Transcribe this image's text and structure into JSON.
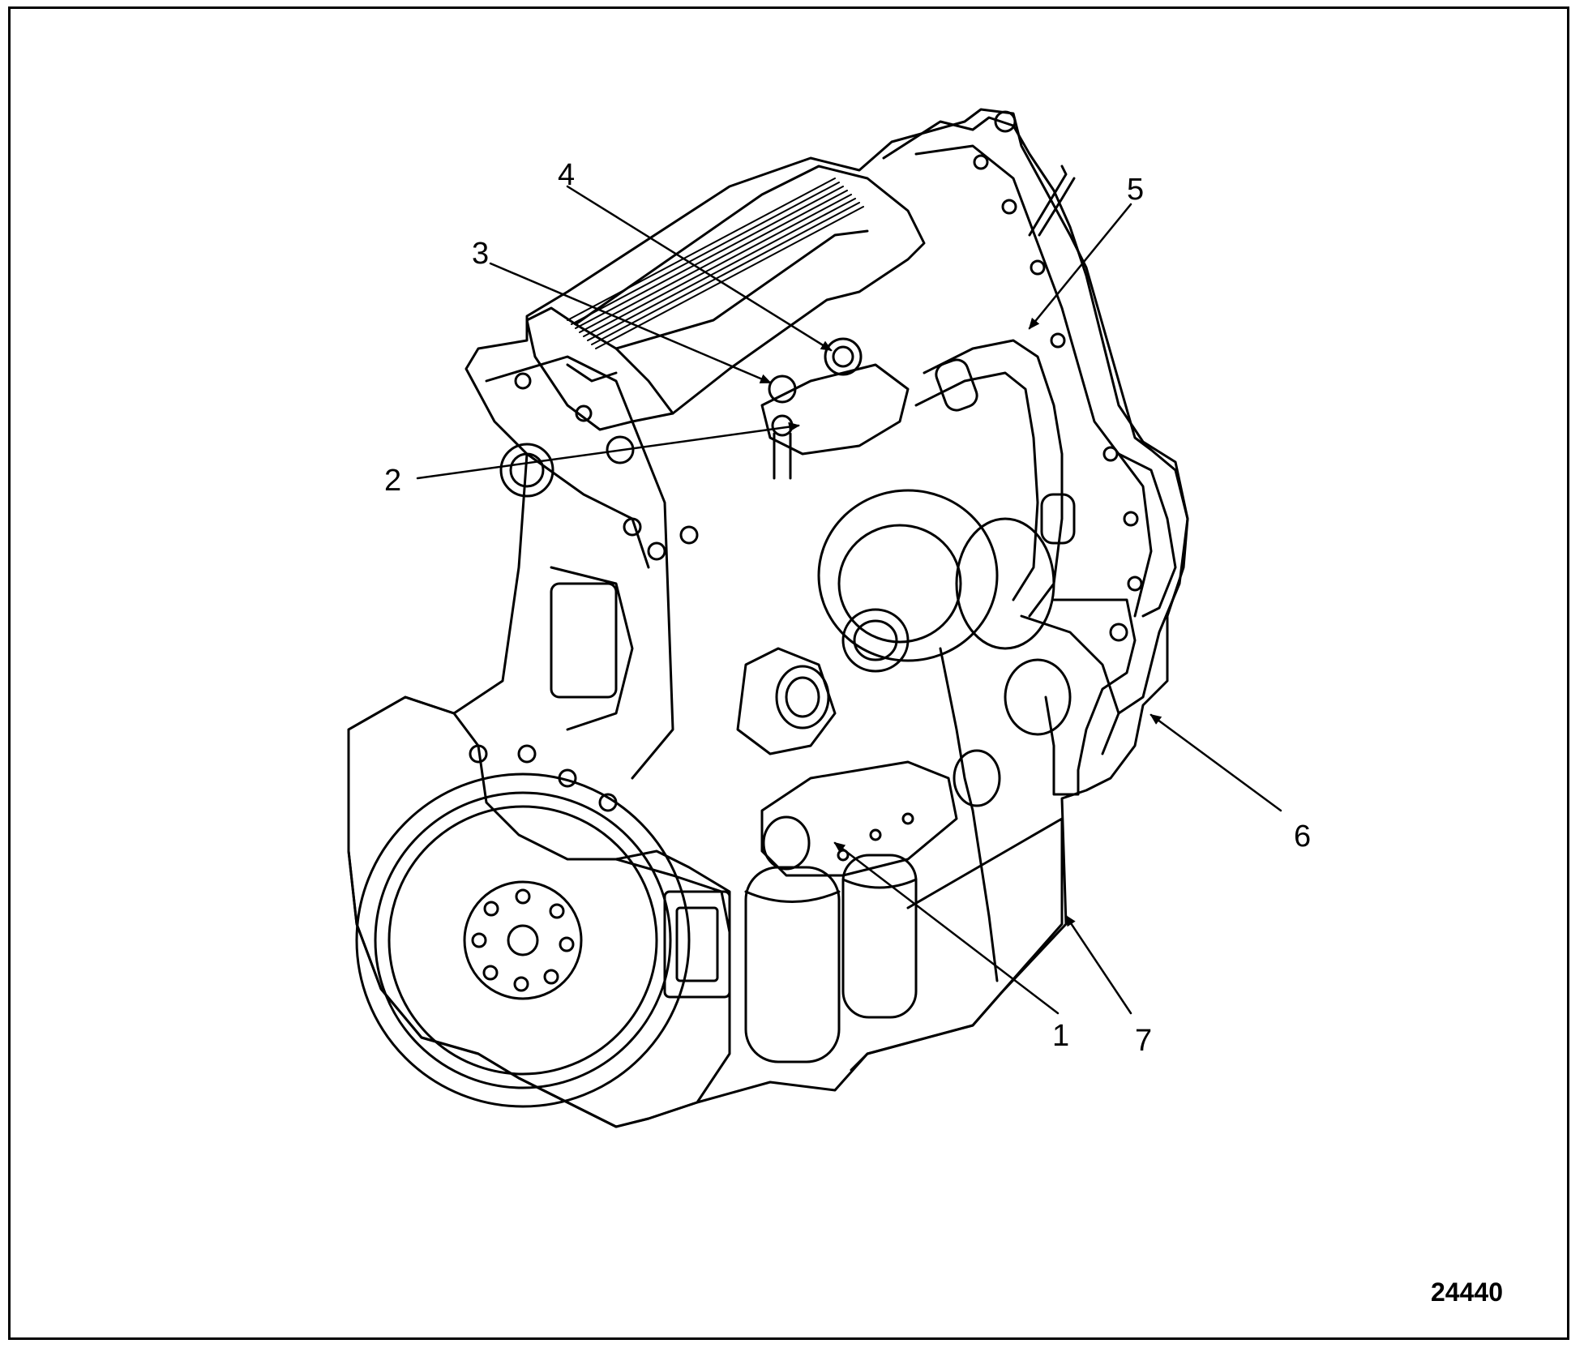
{
  "figure": {
    "figure_number": "24440",
    "callouts": [
      {
        "id": "1",
        "label": "1"
      },
      {
        "id": "2",
        "label": "2"
      },
      {
        "id": "3",
        "label": "3"
      },
      {
        "id": "4",
        "label": "4"
      },
      {
        "id": "5",
        "label": "5"
      },
      {
        "id": "6",
        "label": "6"
      },
      {
        "id": "7",
        "label": "7"
      }
    ]
  },
  "colors": {
    "ink": "#000000",
    "paper": "#ffffff"
  }
}
